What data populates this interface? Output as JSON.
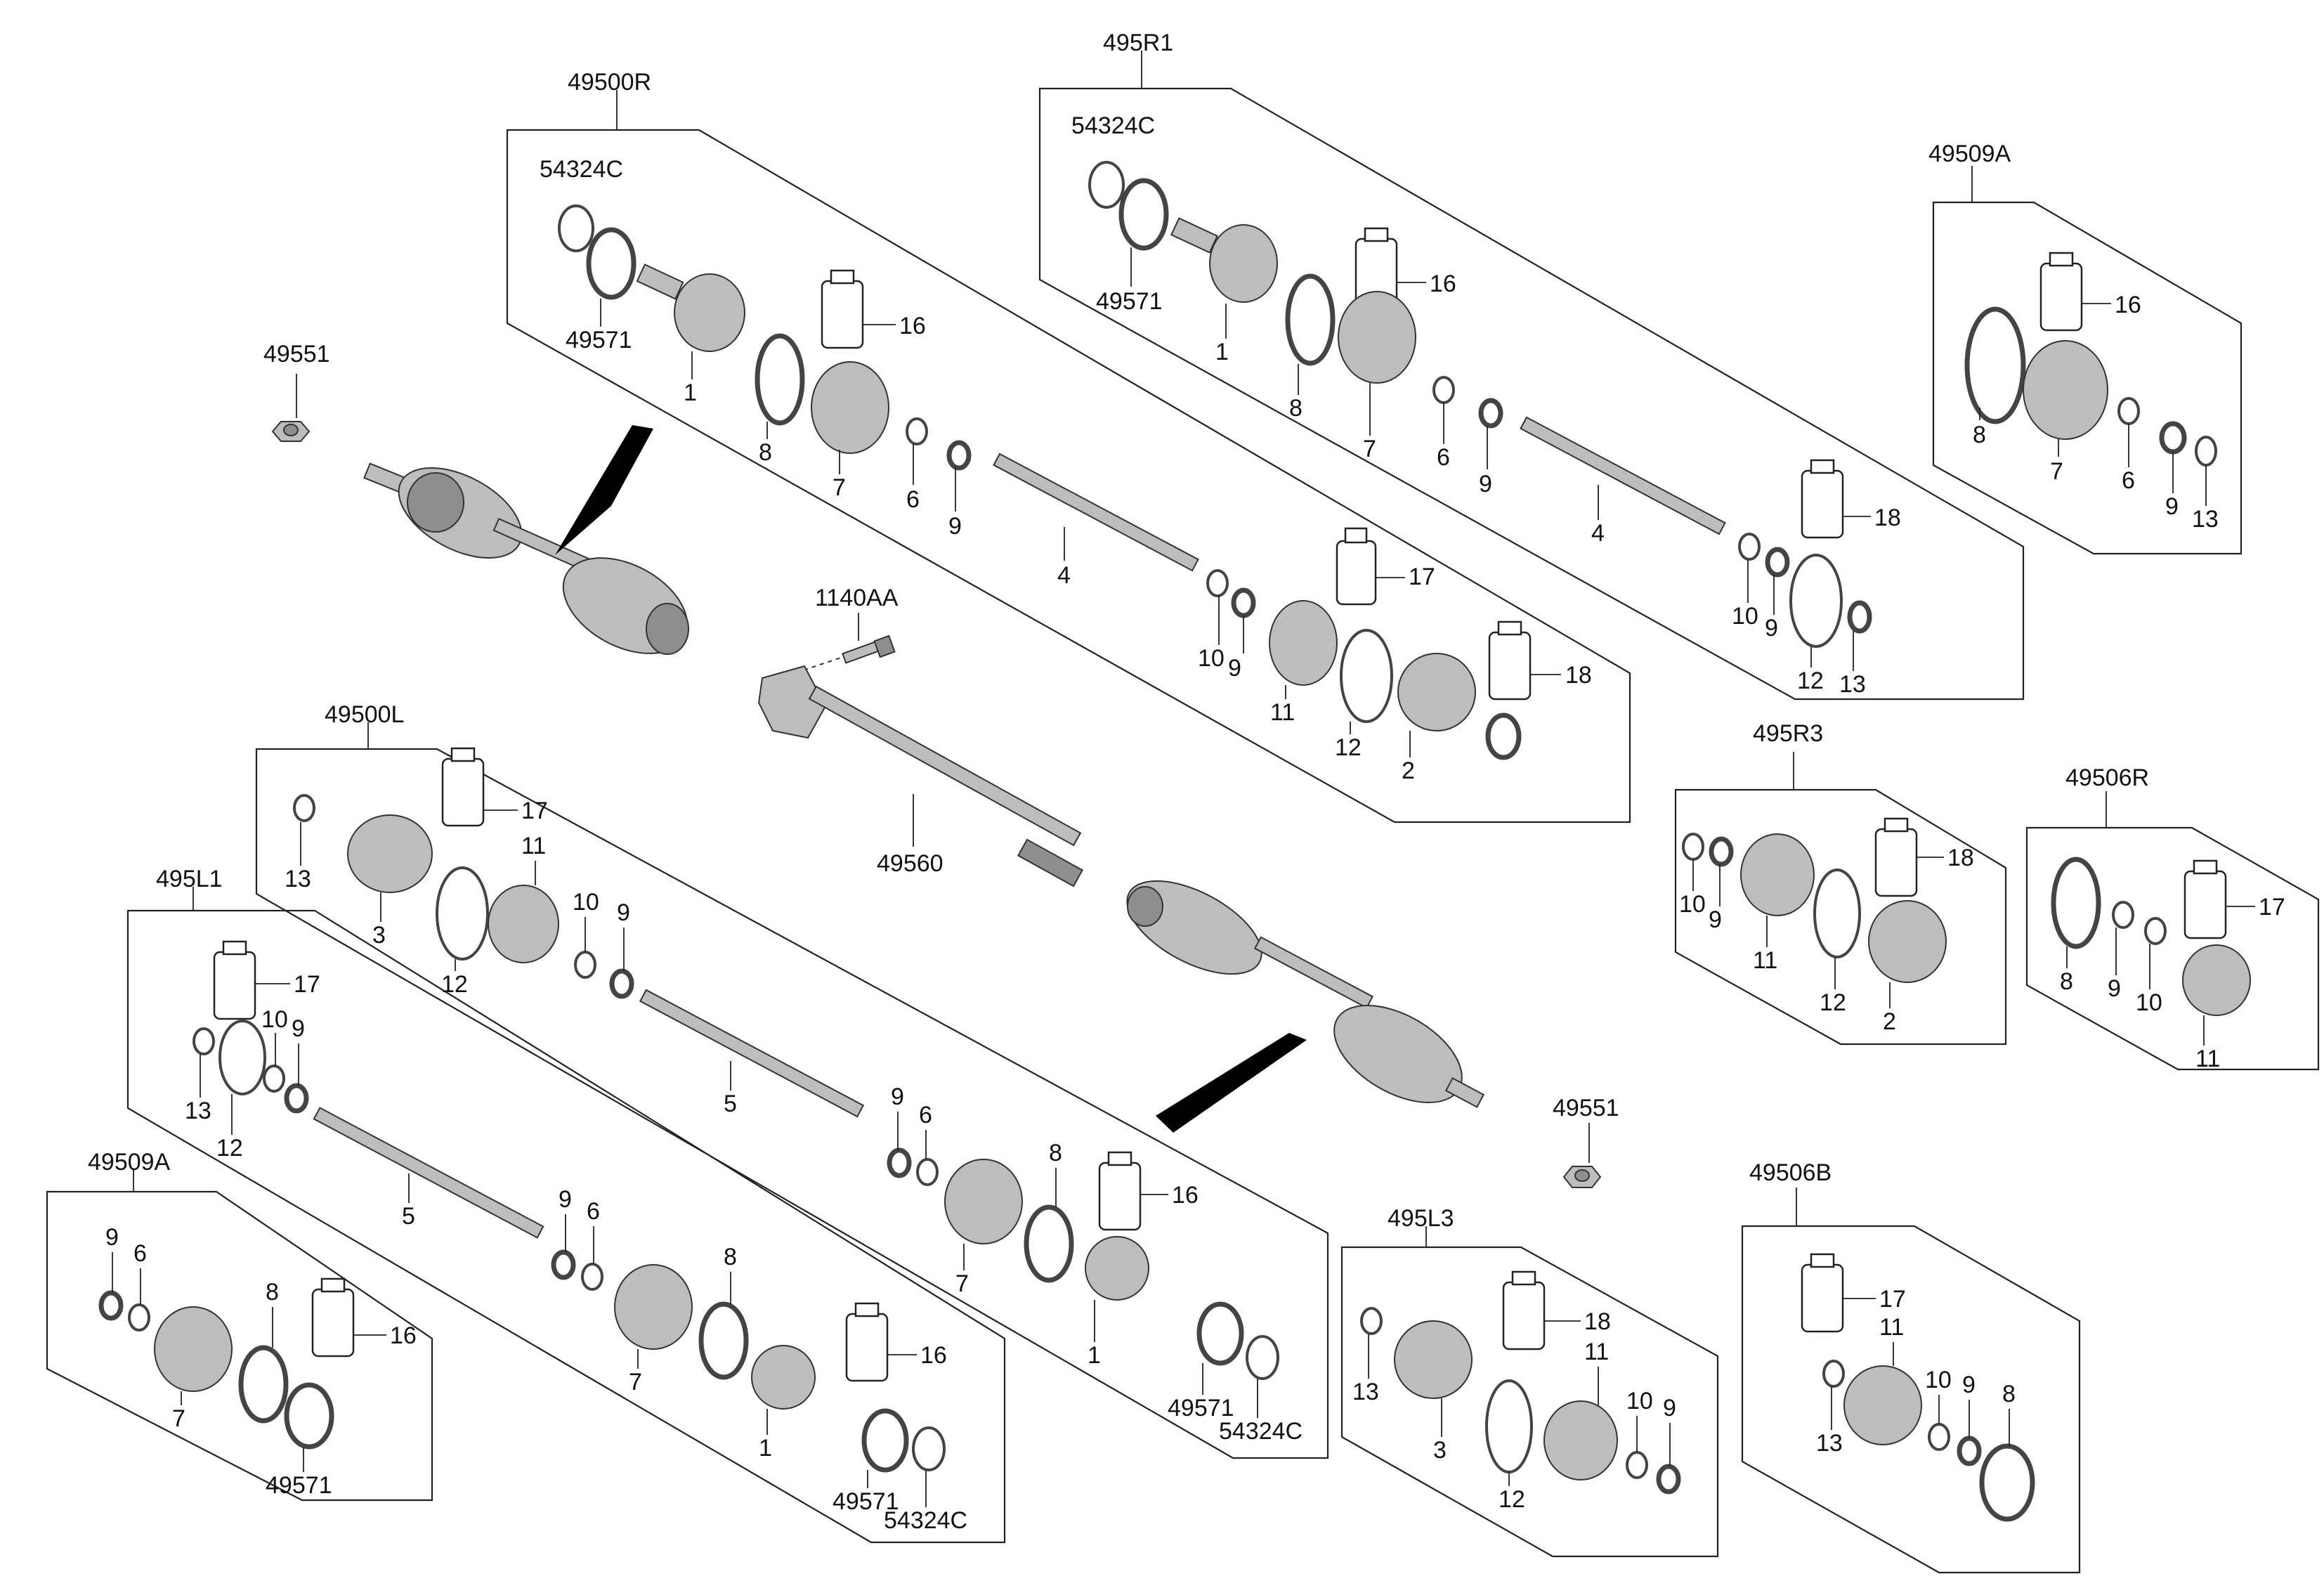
{
  "groups": {
    "g49500R": "49500R",
    "g495R1": "495R1",
    "g49509A_top": "49509A",
    "g49500L": "49500L",
    "g495L1": "495L1",
    "g49509A_bottom": "49509A",
    "g495R3": "495R3",
    "g49506R": "49506R",
    "g495L3": "495L3",
    "g49506B": "49506B"
  },
  "standalone": {
    "nut_top": "49551",
    "nut_bottom": "49551",
    "bolt": "1140AA",
    "intermediate_shaft": "49560"
  },
  "callouts": {
    "R": [
      "54324C",
      "49571",
      "1",
      "8",
      "16",
      "7",
      "6",
      "9",
      "4",
      "10",
      "9",
      "11",
      "17",
      "12",
      "2",
      "18"
    ],
    "R1": [
      "54324C",
      "49571",
      "1",
      "16",
      "8",
      "7",
      "6",
      "9",
      "4",
      "18",
      "10",
      "9",
      "12",
      "13"
    ],
    "A_top": [
      "16",
      "8",
      "7",
      "6",
      "9",
      "13"
    ],
    "L": [
      "17",
      "13",
      "3",
      "11",
      "12",
      "10",
      "9",
      "5",
      "9",
      "6",
      "8",
      "16",
      "7",
      "1",
      "49571",
      "54324C"
    ],
    "L1": [
      "17",
      "10",
      "9",
      "13",
      "12",
      "5",
      "9",
      "6",
      "8",
      "7",
      "16",
      "1",
      "49571",
      "54324C"
    ],
    "A_bottom": [
      "9",
      "6",
      "8",
      "16",
      "7",
      "49571"
    ],
    "R3": [
      "18",
      "10",
      "9",
      "11",
      "12",
      "2"
    ],
    "RR": [
      "17",
      "8",
      "9",
      "10",
      "11"
    ],
    "L3": [
      "18",
      "11",
      "13",
      "10",
      "9",
      "3",
      "12"
    ],
    "B": [
      "17",
      "11",
      "10",
      "9",
      "8",
      "13"
    ]
  }
}
